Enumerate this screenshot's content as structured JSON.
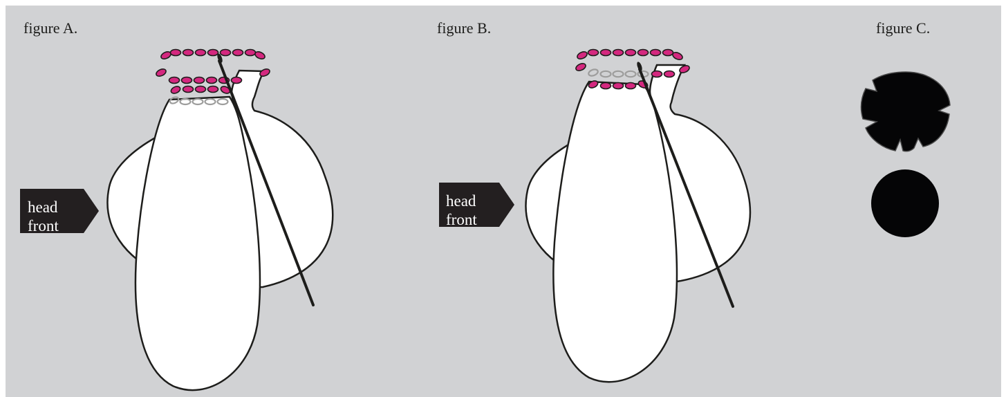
{
  "figures": {
    "a": {
      "caption": "figure A.",
      "tag": {
        "line1": "head",
        "line2": "front"
      }
    },
    "b": {
      "caption": "figure B.",
      "tag": {
        "line1": "head",
        "line2": "front"
      }
    },
    "c": {
      "caption": "figure C."
    }
  },
  "colors": {
    "background": "#d1d2d4",
    "shape_fill": "#ffffff",
    "outline": "#1d1d1b",
    "stitch_active": "#d4287f",
    "stitch_previous": "#9d9d9c",
    "tag_fill": "#231f20",
    "dark_circle": "#050506"
  }
}
